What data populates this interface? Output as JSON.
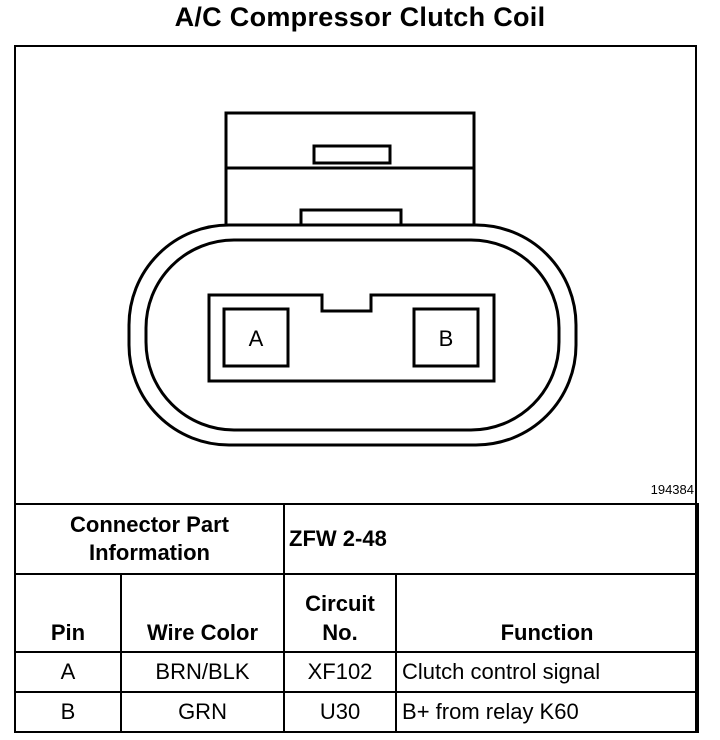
{
  "title": "A/C Compressor Clutch Coil",
  "figure_id": "194384",
  "connector": {
    "pins": [
      "A",
      "B"
    ]
  },
  "part_info": {
    "label_line1": "Connector Part",
    "label_line2": "Information",
    "value": "ZFW 2-48"
  },
  "table": {
    "headers": {
      "pin": "Pin",
      "wire_color": "Wire Color",
      "circuit_line1": "Circuit",
      "circuit_line2": "No.",
      "function": "Function"
    },
    "rows": [
      {
        "pin": "A",
        "wire_color": "BRN/BLK",
        "circuit": "XF102",
        "function": "Clutch control signal"
      },
      {
        "pin": "B",
        "wire_color": "GRN",
        "circuit": "U30",
        "function": "B+ from relay K60"
      }
    ]
  }
}
